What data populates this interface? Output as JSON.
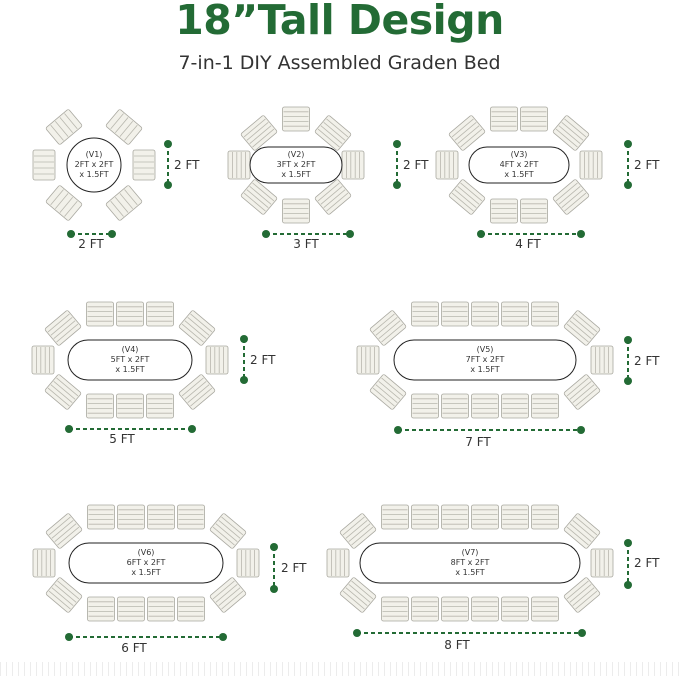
{
  "header": {
    "title": "18”Tall Design",
    "subtitle": "7-in-1 DIY Assembled Graden Bed"
  },
  "colors": {
    "accent": "#236b35",
    "panel": "#f2f1ea"
  },
  "configs": [
    {
      "id": "V1",
      "label_lines": [
        "(V1)",
        "2FT x 2FT",
        "x 1.5FT"
      ],
      "length_ft": 2,
      "width_ft": 2,
      "height_ft": 1.5,
      "length_label": "2 FT",
      "width_label": "2 FT"
    },
    {
      "id": "V2",
      "label_lines": [
        "(V2)",
        "3FT x 2FT",
        "x 1.5FT"
      ],
      "length_ft": 3,
      "width_ft": 2,
      "height_ft": 1.5,
      "length_label": "3 FT",
      "width_label": "2 FT"
    },
    {
      "id": "V3",
      "label_lines": [
        "(V3)",
        "4FT x 2FT",
        "x 1.5FT"
      ],
      "length_ft": 4,
      "width_ft": 2,
      "height_ft": 1.5,
      "length_label": "4 FT",
      "width_label": "2 FT"
    },
    {
      "id": "V4",
      "label_lines": [
        "(V4)",
        "5FT x 2FT",
        "x 1.5FT"
      ],
      "length_ft": 5,
      "width_ft": 2,
      "height_ft": 1.5,
      "length_label": "5 FT",
      "width_label": "2 FT"
    },
    {
      "id": "V5",
      "label_lines": [
        "(V5)",
        "7FT x 2FT",
        "x 1.5FT"
      ],
      "length_ft": 7,
      "width_ft": 2,
      "height_ft": 1.5,
      "length_label": "7 FT",
      "width_label": "2 FT"
    },
    {
      "id": "V6",
      "label_lines": [
        "(V6)",
        "6FT x 2FT",
        "x 1.5FT"
      ],
      "length_ft": 6,
      "width_ft": 2,
      "height_ft": 1.5,
      "length_label": "6 FT",
      "width_label": "2 FT"
    },
    {
      "id": "V7",
      "label_lines": [
        "(V7)",
        "8FT x 2FT",
        "x 1.5FT"
      ],
      "length_ft": 8,
      "width_ft": 2,
      "height_ft": 1.5,
      "length_label": "8 FT",
      "width_label": "2 FT"
    }
  ]
}
